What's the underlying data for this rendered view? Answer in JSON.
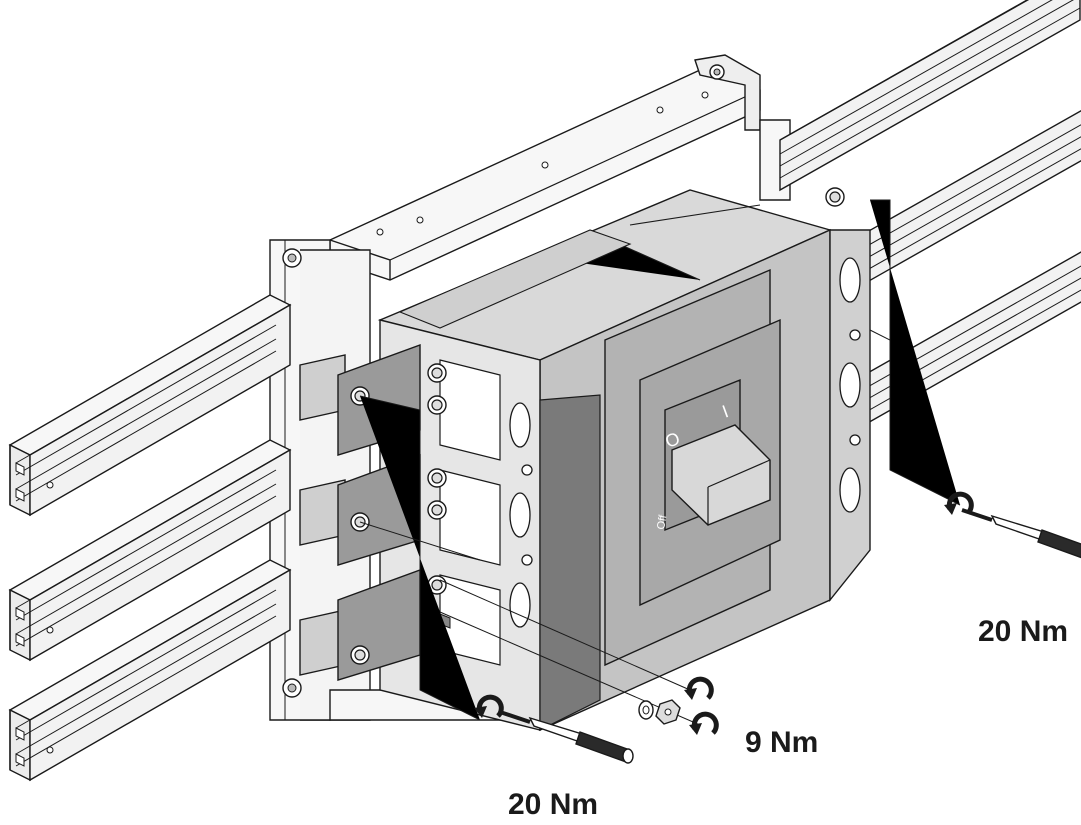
{
  "labels": {
    "torque_right": "20 Nm",
    "torque_center": "9 Nm",
    "torque_bottom": "20 Nm",
    "switch_on": "I",
    "switch_off": "O",
    "switch_off_word": "Off"
  },
  "colors": {
    "line": "#1a1a1a",
    "breaker_light": "#d9d9d9",
    "breaker_mid": "#bdbdbd",
    "breaker_dark": "#8c8c8c",
    "rail": "#f2f2f2",
    "plate": "#9a9a9a",
    "background": "#ffffff"
  },
  "icons": [
    "rotation-arrow-icon",
    "screwdriver-icon",
    "washer-icon",
    "nut-icon"
  ]
}
